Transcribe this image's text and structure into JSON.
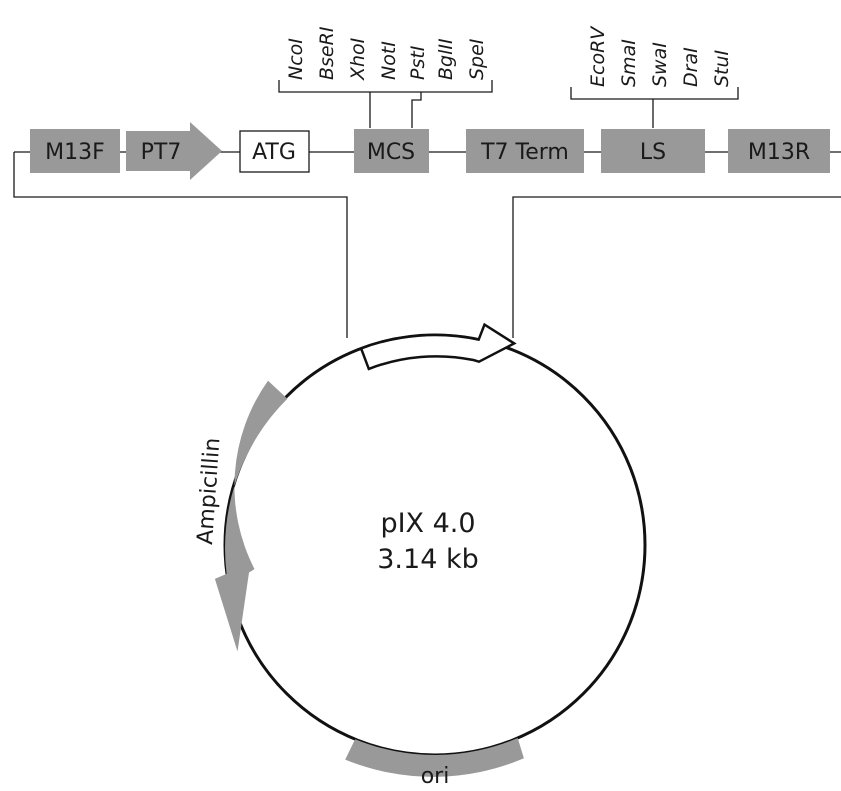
{
  "colors": {
    "feature_fill": "#999999",
    "line": "#1a1a1a",
    "background": "#ffffff"
  },
  "plasmid": {
    "name": "pIX 4.0",
    "size": "3.14 kb"
  },
  "cassette": {
    "features": {
      "m13f": "M13F",
      "pt7": "PT7",
      "atg": "ATG",
      "mcs": "MCS",
      "t7term": "T7 Term",
      "ls": "LS",
      "m13r": "M13R"
    },
    "mcs_sites": [
      "NcoI",
      "BseRI",
      "XhoI",
      "NotI",
      "PstI",
      "BglII",
      "SpeI"
    ],
    "ls_sites": [
      "EcoRV",
      "SmaI",
      "SwaI",
      "DraI",
      "StuI"
    ]
  },
  "circle_features": {
    "ampicillin": "Ampicillin",
    "ori": "ori"
  }
}
